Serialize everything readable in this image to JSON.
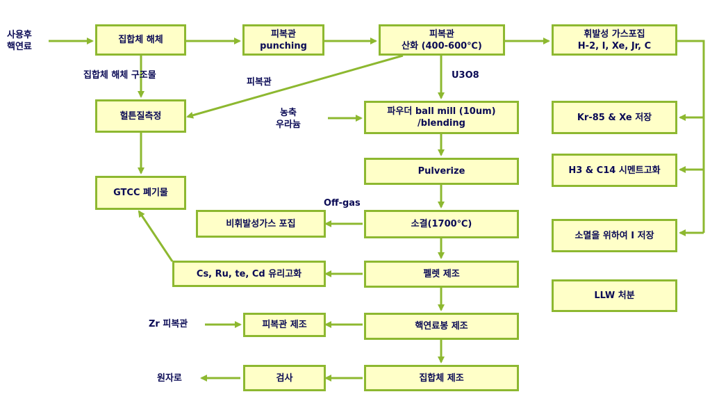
{
  "inputs": {
    "spent_fuel": [
      "사용후",
      "핵연료"
    ],
    "enriched_uranium": [
      "농축",
      "우라늄"
    ],
    "zr_cladding": "Zr 피복관"
  },
  "boxes": {
    "disassembly": "집합체 해체",
    "cladding_punching": [
      "피복관",
      "punching"
    ],
    "cladding_oxidation": [
      "피복관",
      "산화 (400-600℃)"
    ],
    "volatile_gas_capture": [
      "휘발성 가스포집",
      "H-2, I, Xe, Jr, C"
    ],
    "hull_measurement": "헐튼질측정",
    "ball_mill": [
      "파우더 ball mill (10um)",
      "/blending"
    ],
    "kr_xe_storage": "Kr-85 & Xe 저장",
    "h3_c14_cement": "H3 & C14 시멘트고화",
    "gtcc_waste": "GTCC 폐기물",
    "pulverize": "Pulverize",
    "iodine_storage": "소멸을 위하여 I 저장",
    "nonvolatile_gas_capture": "비휘발성가스 포집",
    "sintering": "소결(1700℃)",
    "vitrification": "Cs, Ru, te, Cd 유리고화",
    "pellet_fabrication": "펠렛 제조",
    "llw_disposal": "LLW 처분",
    "cladding_fabrication": "피복관 제조",
    "fuel_rod_fabrication": "핵연료봉 제조",
    "inspection": "검사",
    "assembly_fabrication": "집합체 제조"
  },
  "edge_labels": {
    "structural_parts": "집합체 해체 구조물",
    "cladding": "피복관",
    "u3o8": "U3O8",
    "off_gas": "Off-gas",
    "reactor": "원자로"
  },
  "colors": {
    "box_fill": "#ffffc8",
    "box_border": "#8db830",
    "arrow": "#8db830",
    "text": "#0a0a55"
  }
}
